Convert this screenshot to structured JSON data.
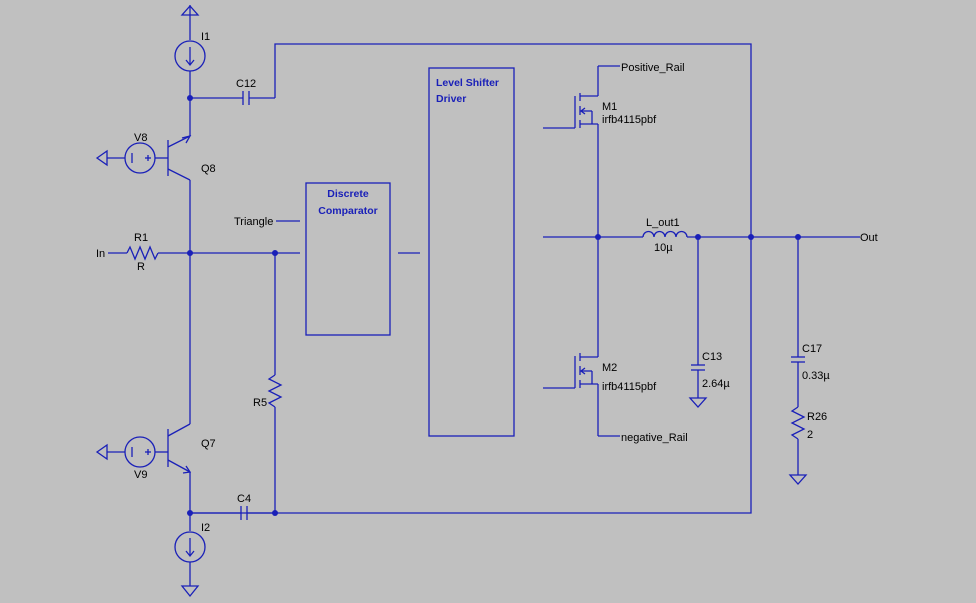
{
  "colors": {
    "background": "#c0c0c0",
    "wire": "#1a20b8",
    "text": "#000000",
    "block_text": "#1a20b8"
  },
  "labels": {
    "i1": "I1",
    "i2": "I2",
    "c12": "C12",
    "c4": "C4",
    "v8": "V8",
    "v9": "V9",
    "q8": "Q8",
    "q7": "Q7",
    "r1": "R1",
    "r1_val": "R",
    "r5": "R5",
    "in_net": "In",
    "triangle_net": "Triangle",
    "comparator_l1": "Discrete",
    "comparator_l2": "Comparator",
    "driver_l1": "Level Shifter",
    "driver_l2": "Driver",
    "m1": "M1",
    "m1_part": "irfb4115pbf",
    "m2": "M2",
    "m2_part": "irfb4115pbf",
    "pos_rail": "Positive_Rail",
    "neg_rail": "negative_Rail",
    "l_out": "L_out1",
    "l_out_val": "10µ",
    "c13": "C13",
    "c13_val": "2.64µ",
    "c17": "C17",
    "c17_val": "0.33µ",
    "r26": "R26",
    "r26_val": "2",
    "out_net": "Out",
    "source_plus": "+",
    "source_minus": "-"
  }
}
